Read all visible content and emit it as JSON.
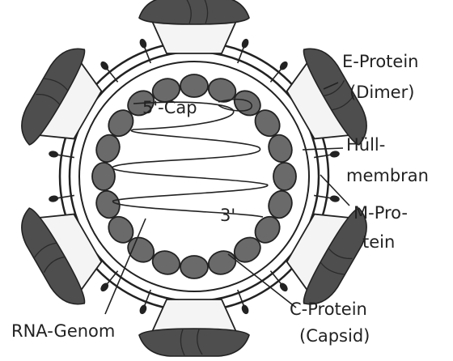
{
  "labels": {
    "cap": "5'-Cap",
    "three_prime": "3'",
    "e_protein_1": "E-Protein",
    "e_protein_2": "(Dimer)",
    "membrane_1": "Hüll-",
    "membrane_2": "membran",
    "m_protein_1": "M-Pro-",
    "m_protein_2": "tein",
    "rna": "RNA-Genom",
    "c_protein_1": "C-Protein",
    "c_protein_2": "(Capsid)"
  },
  "colors": {
    "ink": "#222222",
    "dark_fill": "#4e4e4e",
    "mid_fill": "#6a6a6a",
    "light_fill": "#f4f4f4",
    "background": "#ffffff"
  }
}
